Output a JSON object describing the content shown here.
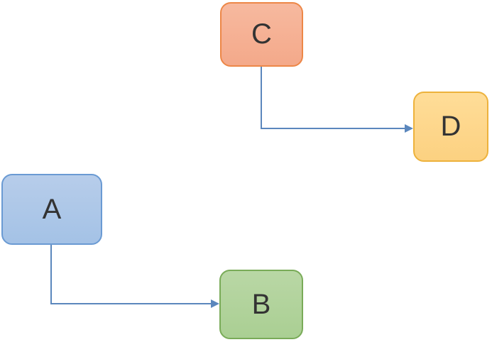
{
  "diagram": {
    "type": "flowchart",
    "background": "#ffffff",
    "connector_color": "#5b87bd",
    "nodes": [
      {
        "id": "A",
        "label": "A",
        "fill_top": "#b7cdea",
        "fill_bottom": "#a4c2e6",
        "border": "#6a9ad3",
        "text_color": "#333333"
      },
      {
        "id": "B",
        "label": "B",
        "fill_top": "#b9d7a5",
        "fill_bottom": "#aacf93",
        "border": "#79ab58",
        "text_color": "#333333"
      },
      {
        "id": "C",
        "label": "C",
        "fill_top": "#f7b99f",
        "fill_bottom": "#f4a98a",
        "border": "#ed8747",
        "text_color": "#333333"
      },
      {
        "id": "D",
        "label": "D",
        "fill_top": "#ffdd98",
        "fill_bottom": "#fcd181",
        "border": "#edb23c",
        "text_color": "#333333"
      }
    ],
    "edges": [
      {
        "from": "C",
        "to": "D"
      },
      {
        "from": "A",
        "to": "B"
      }
    ]
  }
}
